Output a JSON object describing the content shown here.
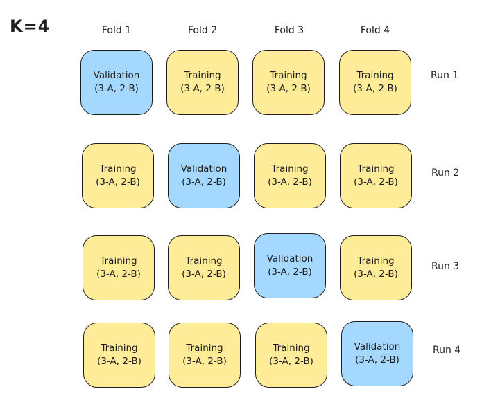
{
  "title": "K=4",
  "folds": [
    "Fold 1",
    "Fold 2",
    "Fold 3",
    "Fold 4"
  ],
  "runs": [
    {
      "label": "Run 1",
      "cells": [
        {
          "role": "Validation",
          "split": "(3-A, 2-B)"
        },
        {
          "role": "Training",
          "split": "(3-A, 2-B)"
        },
        {
          "role": "Training",
          "split": "(3-A, 2-B)"
        },
        {
          "role": "Training",
          "split": "(3-A, 2-B)"
        }
      ]
    },
    {
      "label": "Run 2",
      "cells": [
        {
          "role": "Training",
          "split": "(3-A, 2-B)"
        },
        {
          "role": "Validation",
          "split": "(3-A, 2-B)"
        },
        {
          "role": "Training",
          "split": "(3-A, 2-B)"
        },
        {
          "role": "Training",
          "split": "(3-A, 2-B)"
        }
      ]
    },
    {
      "label": "Run 3",
      "cells": [
        {
          "role": "Training",
          "split": "(3-A, 2-B)"
        },
        {
          "role": "Training",
          "split": "(3-A, 2-B)"
        },
        {
          "role": "Validation",
          "split": "(3-A, 2-B)"
        },
        {
          "role": "Training",
          "split": "(3-A, 2-B)"
        }
      ]
    },
    {
      "label": "Run 4",
      "cells": [
        {
          "role": "Training",
          "split": "(3-A, 2-B)"
        },
        {
          "role": "Training",
          "split": "(3-A, 2-B)"
        },
        {
          "role": "Training",
          "split": "(3-A, 2-B)"
        },
        {
          "role": "Validation",
          "split": "(3-A, 2-B)"
        }
      ]
    }
  ],
  "colors": {
    "training": "#ffec99",
    "validation": "#a5d8ff",
    "stroke": "#1e1e1e"
  }
}
